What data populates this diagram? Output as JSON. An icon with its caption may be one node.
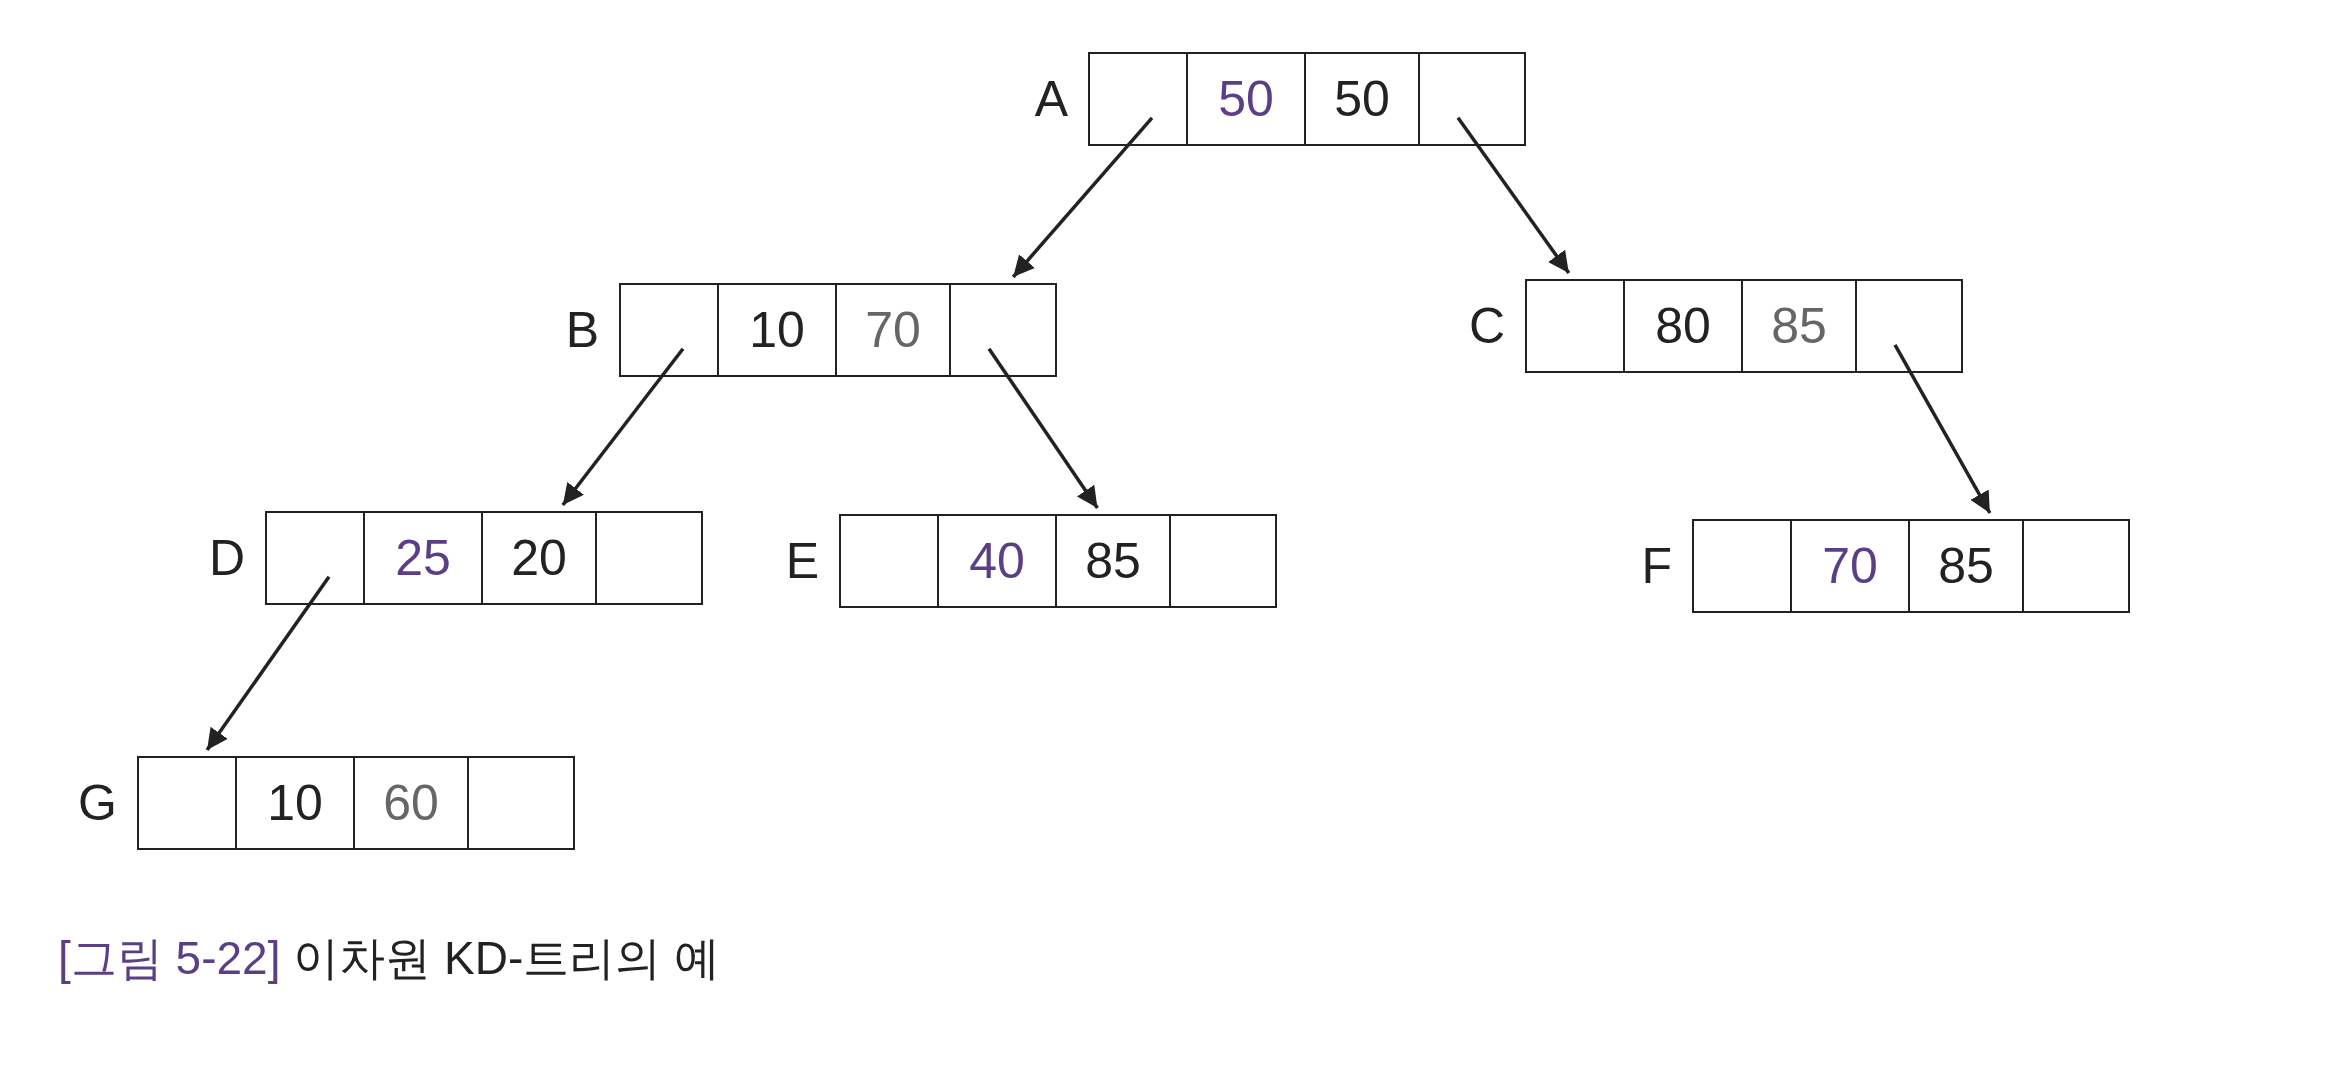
{
  "diagram": {
    "caption": "[그림 5-22] 이차원 KD-트리의 예",
    "nodes": [
      {
        "text": [
          "50",
          "50"
        ],
        "beside": [
          "A"
        ]
      },
      {
        "text": [
          "10",
          "70"
        ],
        "beside": [
          "B"
        ]
      },
      {
        "text": [
          "80",
          "85"
        ],
        "beside": [
          "C"
        ]
      },
      {
        "text": [
          "25",
          "20"
        ],
        "beside": [
          "D"
        ]
      },
      {
        "text": [
          "40",
          "85"
        ],
        "beside": [
          "E"
        ]
      },
      {
        "text": [
          "70",
          "85"
        ],
        "beside": [
          "F"
        ]
      },
      {
        "text": [
          "10",
          "60"
        ],
        "beside": [
          "G"
        ]
      }
    ],
    "edges": [
      {
        "from": 0,
        "to": 1,
        "arrow": "to"
      },
      {
        "from": 0,
        "to": 2,
        "arrow": "to"
      },
      {
        "from": 1,
        "to": 3,
        "arrow": "to"
      },
      {
        "from": 1,
        "to": 4,
        "arrow": "to"
      },
      {
        "from": 2,
        "to": 5,
        "arrow": "to"
      },
      {
        "from": 3,
        "to": 6,
        "arrow": "to"
      }
    ]
  }
}
